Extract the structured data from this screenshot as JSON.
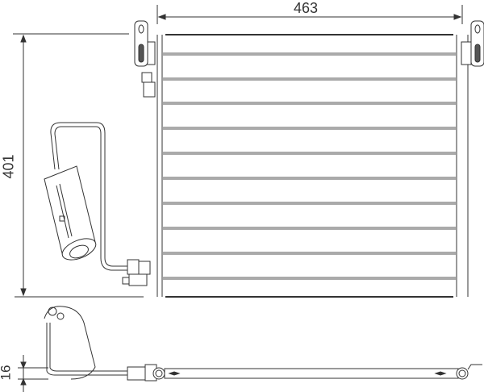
{
  "drawing": {
    "subject": "A/C condenser with receiver-drier",
    "views": [
      "front-view",
      "bottom-view"
    ],
    "line_color": "#333333",
    "background": "#ffffff"
  },
  "dimensions": {
    "width": "463",
    "height": "401",
    "depth": "16"
  },
  "core": {
    "tube_count": 11
  }
}
